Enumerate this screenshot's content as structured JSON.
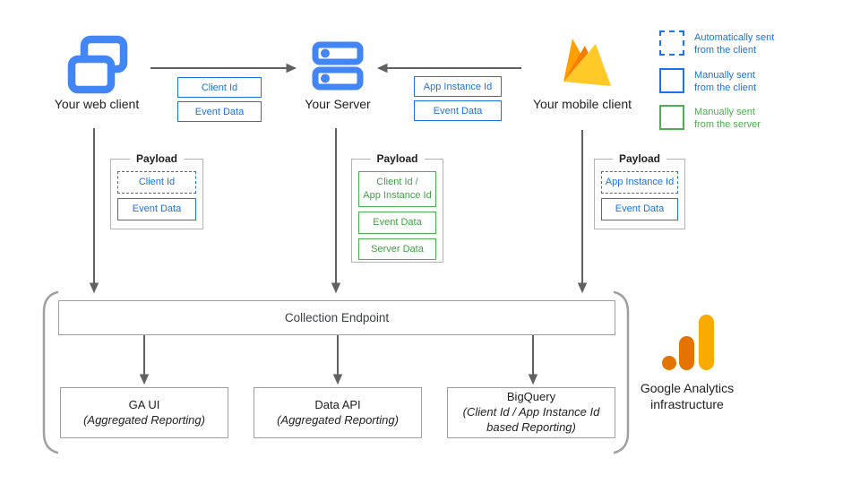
{
  "clients": {
    "web": {
      "label": "Your web client"
    },
    "server": {
      "label": "Your Server"
    },
    "mobile": {
      "label": "Your mobile client"
    }
  },
  "flows": {
    "web_to_server": {
      "items": [
        {
          "line1": "Client Id"
        },
        {
          "line1": "Event Data"
        }
      ]
    },
    "mobile_to_server": {
      "items": [
        {
          "line1": "App Instance Id"
        },
        {
          "line1": "Event Data"
        }
      ]
    }
  },
  "legend": {
    "items": [
      {
        "line1": "Automatically sent",
        "line2": "from the client",
        "style": "dashed-blue"
      },
      {
        "line1": "Manually sent",
        "line2": "from the client",
        "style": "solid-blue"
      },
      {
        "line1": "Manually sent",
        "line2": "from the server",
        "style": "solid-green"
      }
    ]
  },
  "payloads": {
    "web": {
      "title": "Payload",
      "items": [
        {
          "line1": "Client Id",
          "style": "dashed-blue"
        },
        {
          "line1": "Event Data",
          "style": "solid-blue"
        }
      ]
    },
    "server": {
      "title": "Payload",
      "items": [
        {
          "line1": "Client Id /",
          "line2": "App Instance Id",
          "style": "solid-green"
        },
        {
          "line1": "Event Data",
          "style": "solid-green"
        },
        {
          "line1": "Server Data",
          "style": "solid-green"
        }
      ]
    },
    "mobile": {
      "title": "Payload",
      "items": [
        {
          "line1": "App Instance Id",
          "style": "dashed-blue"
        },
        {
          "line1": "Event Data",
          "style": "solid-blue"
        }
      ]
    }
  },
  "infrastructure": {
    "endpoint_label": "Collection Endpoint",
    "services": [
      {
        "name": "GA UI",
        "subtitle": "(Aggregated Reporting)"
      },
      {
        "name": "Data API",
        "subtitle": "(Aggregated Reporting)"
      },
      {
        "name": "BigQuery",
        "subtitle": "(Client Id / App Instance Id based Reporting)"
      }
    ],
    "caption_line1": "Google Analytics",
    "caption_line2": "infrastructure"
  },
  "colors": {
    "blue_text_border": "#1a73e8",
    "icon_blue": "#4285f4",
    "green": "#4caf50",
    "arrow_gray": "#616161",
    "box_border_gray": "#9e9e9e",
    "firebase_yellow": "#ffca28",
    "firebase_amber": "#ffa000",
    "firebase_orange": "#f57c00",
    "ga_logo_orange": "#e37400",
    "ga_logo_amber": "#f9ab00"
  }
}
